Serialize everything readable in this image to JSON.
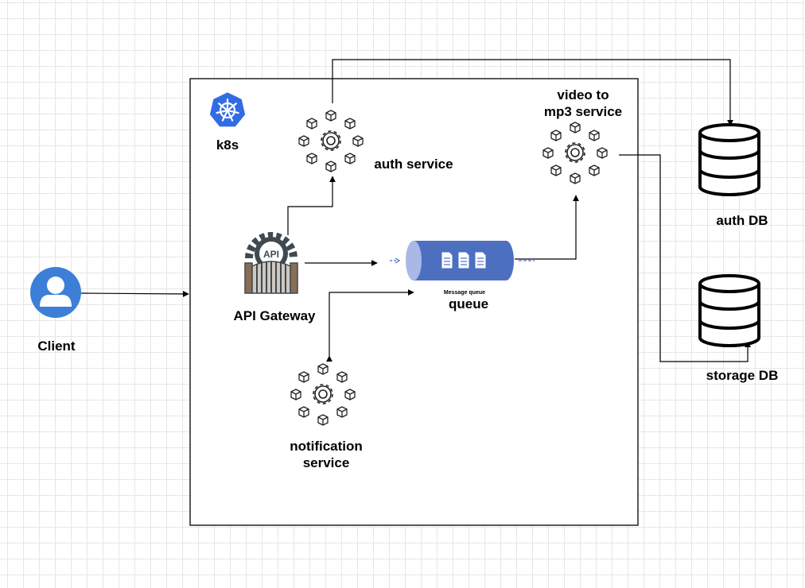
{
  "cluster": {
    "label": "k8s"
  },
  "nodes": {
    "client": "Client",
    "api_gateway": "API Gateway",
    "api_badge": "API",
    "auth_service": "auth service",
    "video_service_line1": "video to",
    "video_service_line2": "mp3 service",
    "queue": "queue",
    "queue_caption": "Message queue",
    "notification_line1": "notification",
    "notification_line2": "service",
    "auth_db": "auth DB",
    "storage_db": "storage DB"
  },
  "colors": {
    "accent_blue": "#3d7fd6",
    "k8s_blue": "#326ce5",
    "queue_blue": "#4d6fc0",
    "gateway_dark": "#3f4a50",
    "gateway_brown": "#8a6d55"
  },
  "icons": {
    "client": "user-avatar-icon",
    "k8s": "kubernetes-helm-icon",
    "gateway": "api-gate-icon",
    "service": "microservice-gear-icon",
    "queue": "message-queue-icon",
    "database": "database-cylinder-icon"
  }
}
